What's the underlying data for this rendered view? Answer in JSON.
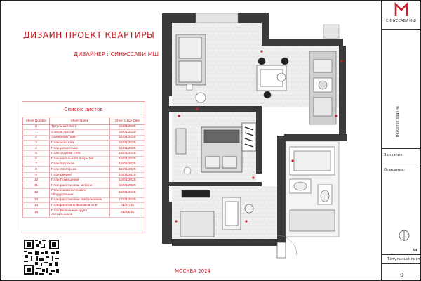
{
  "header": {
    "title": "ДИЗАИН ПРОЕКТ КВАРТИРЫ",
    "designer": "ДИЗАЙНЕР : СИНУССАВИ МШ"
  },
  "sheet_list": {
    "title": "Список листов",
    "columns": [
      "Sheet Number",
      "Sheet Name",
      "Sheet Issue Date"
    ],
    "rows": [
      {
        "num": "0",
        "name": "Титульный лист",
        "date": "15/01/2025"
      },
      {
        "num": "1",
        "name": "Список листов",
        "date": "15/01/2025"
      },
      {
        "num": "2",
        "name": "Обмерный план",
        "date": "15/01/2025"
      },
      {
        "num": "3",
        "name": "План монтажа",
        "date": "15/01/2025"
      },
      {
        "num": "4",
        "name": "План демонтажа",
        "date": "15/01/2025"
      },
      {
        "num": "5",
        "name": "План отделки стен",
        "date": "15/01/2025"
      },
      {
        "num": "6",
        "name": "План напольного покрытия",
        "date": "15/01/2025"
      },
      {
        "num": "7",
        "name": "План потолков",
        "date": "15/01/2025"
      },
      {
        "num": "8",
        "name": "План плинтусов",
        "date": "15/01/2025"
      },
      {
        "num": "9",
        "name": "План дверей",
        "date": "16/01/2025"
      },
      {
        "num": "10",
        "name": "План Помещения",
        "date": "16/01/2025"
      },
      {
        "num": "11",
        "name": "План расстановки мебели",
        "date": "16/01/2025"
      },
      {
        "num": "12",
        "name": "План сантехнического оборудования",
        "date": "16/01/2025"
      },
      {
        "num": "13",
        "name": "План расстановки светильников",
        "date": "17/01/2025"
      },
      {
        "num": "14",
        "name": "План розеток и Выключатели",
        "date": "01/27/25"
      },
      {
        "num": "15",
        "name": "План Включения групп светильников",
        "date": "01/28/25"
      }
    ]
  },
  "footer": {
    "city_year": "МОСКВА 2024"
  },
  "stamp": {
    "studio": "СИНУССАВИ МШ",
    "vertical": "Нежилое здание",
    "client_label": "Заказчик:",
    "description_label": "Описание:",
    "format": "А4",
    "sheet_name": "Титульный лист",
    "sheet_number": "0"
  },
  "colors": {
    "accent": "#c8202a",
    "wall": "#3a3a3a",
    "floor": "#ececec"
  }
}
